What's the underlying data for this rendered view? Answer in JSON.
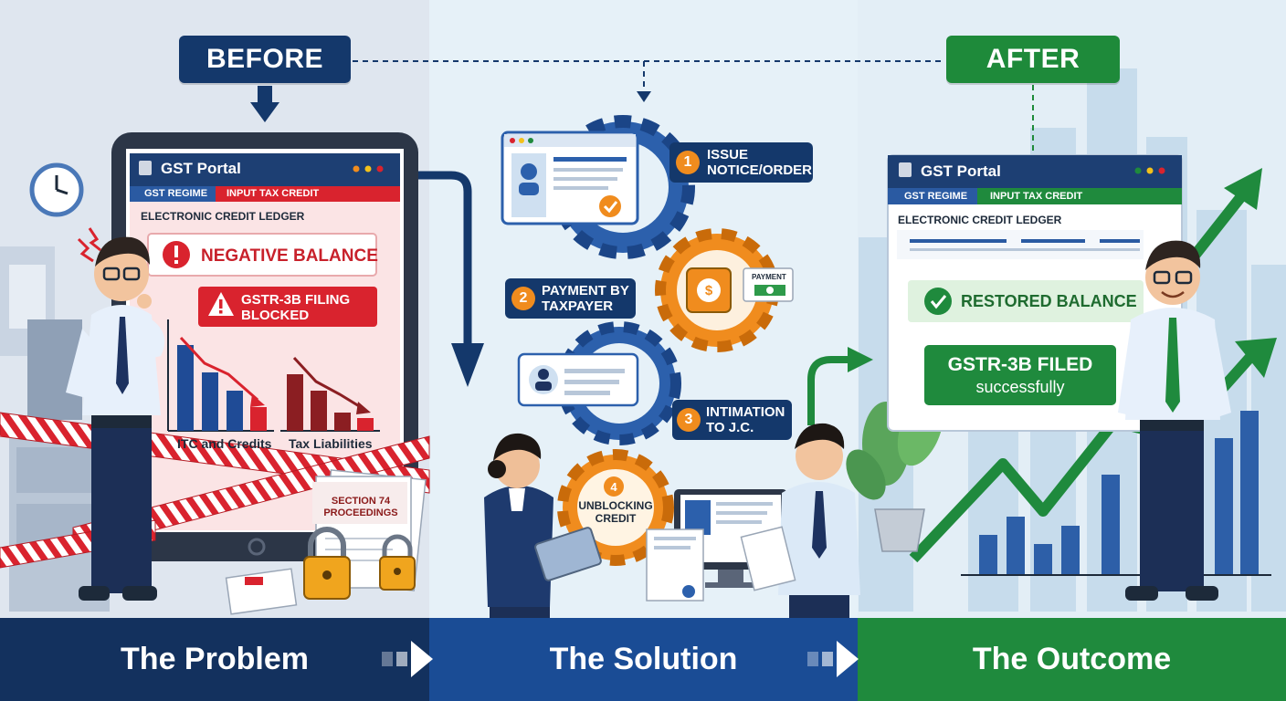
{
  "header": {
    "before_tag": "BEFORE",
    "after_tag": "AFTER"
  },
  "problem": {
    "portal_title": "GST Portal",
    "tab_regime": "GST REGIME",
    "tab_itc": "INPUT TAX CREDIT",
    "ledger_title": "ELECTRONIC CREDIT LEDGER",
    "alert_negative": "NEGATIVE BALANCE",
    "alert_blocked_line1": "GSTR-3B FILING",
    "alert_blocked_line2": "BLOCKED",
    "chart_left_label": "ITC and Credits",
    "chart_right_label": "Tax Liabilities",
    "doc_line1": "SECTION 74",
    "doc_line2": "PROCEEDINGS"
  },
  "solution": {
    "steps": [
      {
        "num": "1",
        "line1": "ISSUE",
        "line2": "NOTICE/ORDER"
      },
      {
        "num": "2",
        "line1": "PAYMENT BY",
        "line2": "TAXPAYER"
      },
      {
        "num": "3",
        "line1": "INTIMATION",
        "line2": "TO J.C."
      },
      {
        "num": "4",
        "line1": "UNBLOCKING",
        "line2": "CREDIT"
      }
    ],
    "payment_card_label": "PAYMENT"
  },
  "outcome": {
    "portal_title": "GST Portal",
    "tab_regime": "GST REGIME",
    "tab_itc": "INPUT TAX CREDIT",
    "ledger_title": "ELECTRONIC CREDIT LEDGER",
    "restored_label": "RESTORED BALANCE",
    "filed_line1": "GSTR-3B FILED",
    "filed_line2": "successfully"
  },
  "footer": {
    "problem": "The Problem",
    "solution": "The Solution",
    "outcome": "The Outcome"
  },
  "colors": {
    "navy": "#14386b",
    "blue": "#1a4c95",
    "green": "#1f8a3d",
    "red": "#d9232e",
    "orange": "#f08c1e"
  }
}
